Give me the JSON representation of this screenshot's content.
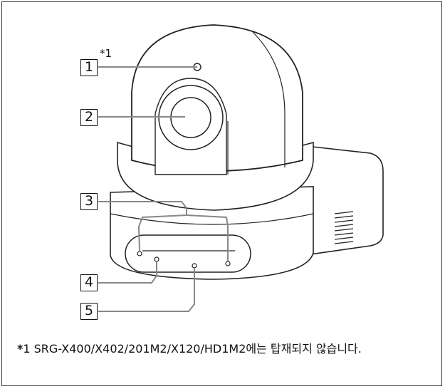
{
  "callouts": [
    "1",
    "2",
    "3",
    "4",
    "5"
  ],
  "callout1_note": "*1",
  "footnote": {
    "marker": "*",
    "text": "1 SRG-X400/X402/201M2/X120/HD1M2에는 탑재되지 않습니다."
  }
}
